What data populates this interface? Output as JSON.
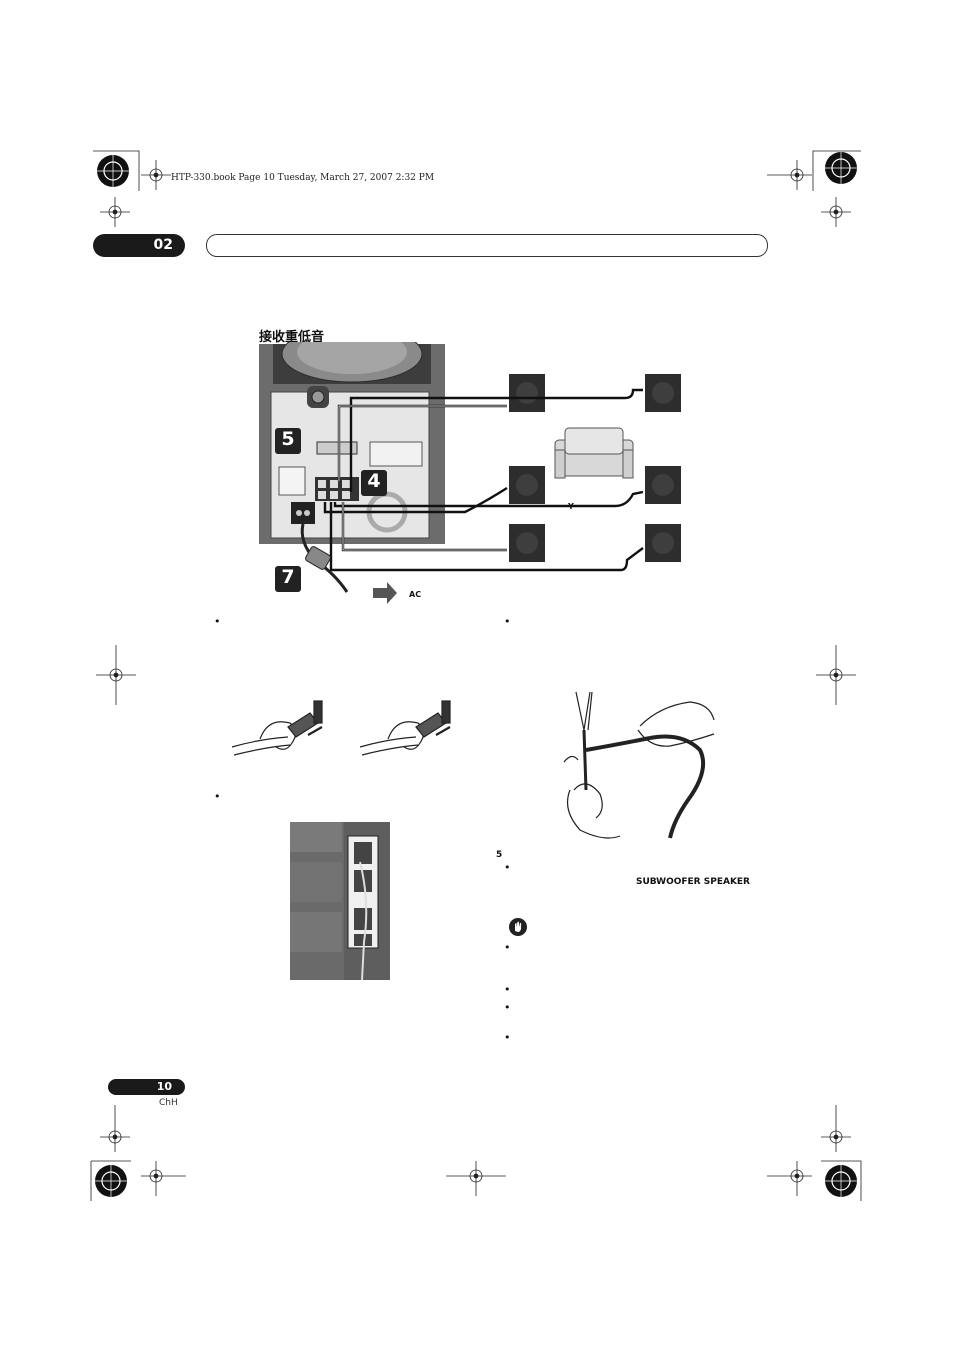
{
  "header": {
    "book_info": "HTP-330.book  Page 10  Tuesday, March 27, 2007  2:32 PM",
    "chapter_number": "02"
  },
  "section": {
    "heading": "接收重低音"
  },
  "diagram": {
    "step_5": "5",
    "step_4": "4",
    "step_7": "7",
    "label_y": "Y",
    "label_ac": "AC"
  },
  "right_column": {
    "step_number": "5",
    "subwoofer_label": "SUBWOOFER SPEAKER"
  },
  "bullets": {
    "symbol": "•"
  },
  "footer": {
    "page_number": "10",
    "language": "ChH"
  }
}
